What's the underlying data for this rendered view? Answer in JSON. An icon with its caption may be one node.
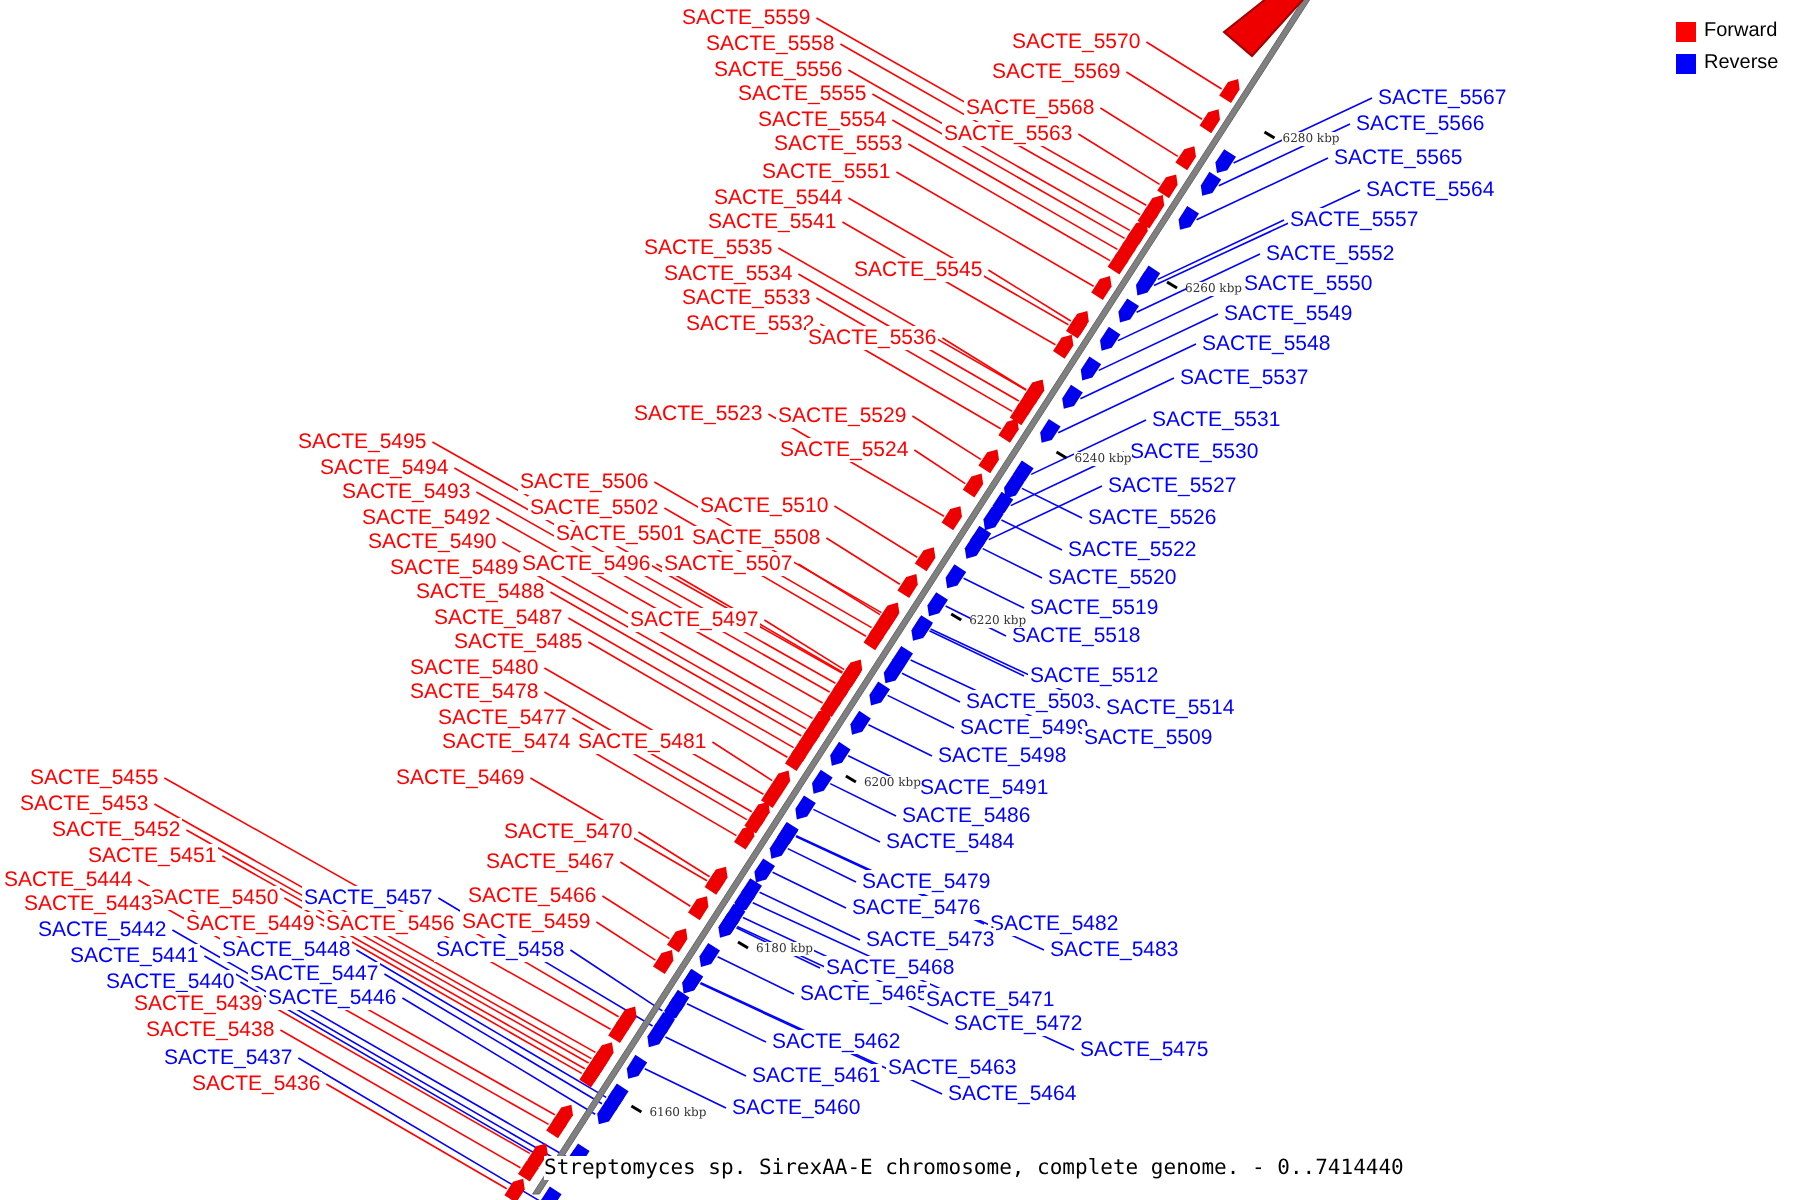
{
  "diagram": {
    "caption": "Streptomyces sp. SirexAA-E chromosome, complete genome. - 0..7414440",
    "nodes": [
      {
        "text": [
          "SACTE_5570"
        ]
      },
      {
        "text": [
          "SACTE_5559"
        ]
      },
      {
        "text": [
          "SACTE_5567"
        ]
      },
      {
        "text": [
          "SACTE_5558"
        ]
      },
      {
        "text": [
          "SACTE_5569"
        ]
      },
      {
        "text": [
          "SACTE_5556"
        ]
      },
      {
        "text": [
          "SACTE_5555"
        ]
      },
      {
        "text": [
          "SACTE_5568"
        ]
      },
      {
        "text": [
          "SACTE_5554"
        ]
      },
      {
        "text": [
          "SACTE_5566"
        ]
      },
      {
        "text": [
          "SACTE_5553"
        ]
      },
      {
        "text": [
          "SACTE_5563"
        ]
      },
      {
        "text": [
          "SACTE_5565"
        ]
      },
      {
        "text": [
          "SACTE_5551"
        ]
      },
      {
        "text": [
          "SACTE_5564"
        ]
      },
      {
        "text": [
          "SACTE_5544"
        ]
      },
      {
        "text": [
          "SACTE_5541"
        ]
      },
      {
        "text": [
          "SACTE_5557"
        ]
      },
      {
        "text": [
          "SACTE_5535"
        ]
      },
      {
        "text": [
          "SACTE_5552"
        ]
      },
      {
        "text": [
          "SACTE_5545"
        ]
      },
      {
        "text": [
          "SACTE_5534"
        ]
      },
      {
        "text": [
          "SACTE_5550"
        ]
      },
      {
        "text": [
          "SACTE_5533"
        ]
      },
      {
        "text": [
          "SACTE_5549"
        ]
      },
      {
        "text": [
          "SACTE_5532"
        ]
      },
      {
        "text": [
          "SACTE_5536"
        ]
      },
      {
        "text": [
          "SACTE_5548"
        ]
      },
      {
        "text": [
          "SACTE_5537"
        ]
      },
      {
        "text": [
          "SACTE_5523"
        ]
      },
      {
        "text": [
          "SACTE_5529"
        ]
      },
      {
        "text": [
          "SACTE_5531"
        ]
      },
      {
        "text": [
          "SACTE_5495"
        ]
      },
      {
        "text": [
          "SACTE_5524"
        ]
      },
      {
        "text": [
          "SACTE_5530"
        ]
      },
      {
        "text": [
          "SACTE_5494"
        ]
      },
      {
        "text": [
          "SACTE_5506"
        ]
      },
      {
        "text": [
          "SACTE_5527"
        ]
      },
      {
        "text": [
          "SACTE_5493"
        ]
      },
      {
        "text": [
          "SACTE_5510"
        ]
      },
      {
        "text": [
          "SACTE_5502"
        ]
      },
      {
        "text": [
          "SACTE_5492"
        ]
      },
      {
        "text": [
          "SACTE_5526"
        ]
      },
      {
        "text": [
          "SACTE_5501"
        ]
      },
      {
        "text": [
          "SACTE_5508"
        ]
      },
      {
        "text": [
          "SACTE_5490"
        ]
      },
      {
        "text": [
          "SACTE_5522"
        ]
      },
      {
        "text": [
          "SACTE_5496"
        ]
      },
      {
        "text": [
          "SACTE_5507"
        ]
      },
      {
        "text": [
          "SACTE_5489"
        ]
      },
      {
        "text": [
          "SACTE_5520"
        ]
      },
      {
        "text": [
          "SACTE_5488"
        ]
      },
      {
        "text": [
          "SACTE_5519"
        ]
      },
      {
        "text": [
          "SACTE_5487"
        ]
      },
      {
        "text": [
          "SACTE_5497"
        ]
      },
      {
        "text": [
          "SACTE_5518"
        ]
      },
      {
        "text": [
          "SACTE_5485"
        ]
      },
      {
        "text": [
          "SACTE_5480"
        ]
      },
      {
        "text": [
          "SACTE_5512"
        ]
      },
      {
        "text": [
          "SACTE_5478"
        ]
      },
      {
        "text": [
          "SACTE_5503"
        ]
      },
      {
        "text": [
          "SACTE_5514"
        ]
      },
      {
        "text": [
          "SACTE_5477"
        ]
      },
      {
        "text": [
          "SACTE_5499"
        ]
      },
      {
        "text": [
          "SACTE_5509"
        ]
      },
      {
        "text": [
          "SACTE_5474"
        ]
      },
      {
        "text": [
          "SACTE_5481"
        ]
      },
      {
        "text": [
          "SACTE_5498"
        ]
      },
      {
        "text": [
          "SACTE_5455"
        ]
      },
      {
        "text": [
          "SACTE_5469"
        ]
      },
      {
        "text": [
          "SACTE_5491"
        ]
      },
      {
        "text": [
          "SACTE_5453"
        ]
      },
      {
        "text": [
          "SACTE_5486"
        ]
      },
      {
        "text": [
          "SACTE_5452"
        ]
      },
      {
        "text": [
          "SACTE_5470"
        ]
      },
      {
        "text": [
          "SACTE_5484"
        ]
      },
      {
        "text": [
          "SACTE_5451"
        ]
      },
      {
        "text": [
          "SACTE_5467"
        ]
      },
      {
        "text": [
          "SACTE_5444"
        ]
      },
      {
        "text": [
          "SACTE_5479"
        ]
      },
      {
        "text": [
          "SACTE_5450"
        ]
      },
      {
        "text": [
          "SACTE_5457"
        ]
      },
      {
        "text": [
          "SACTE_5466"
        ]
      },
      {
        "text": [
          "SACTE_5443"
        ]
      },
      {
        "text": [
          "SACTE_5476"
        ]
      },
      {
        "text": [
          "SACTE_5449"
        ]
      },
      {
        "text": [
          "SACTE_5456"
        ]
      },
      {
        "text": [
          "SACTE_5459"
        ]
      },
      {
        "text": [
          "SACTE_5482"
        ]
      },
      {
        "text": [
          "SACTE_5442"
        ]
      },
      {
        "text": [
          "SACTE_5441"
        ]
      },
      {
        "text": [
          "SACTE_5448"
        ]
      },
      {
        "text": [
          "SACTE_5458"
        ]
      },
      {
        "text": [
          "SACTE_5473"
        ]
      },
      {
        "text": [
          "SACTE_5483"
        ]
      },
      {
        "text": [
          "SACTE_5440"
        ]
      },
      {
        "text": [
          "SACTE_5447"
        ]
      },
      {
        "text": [
          "SACTE_5468"
        ]
      },
      {
        "text": [
          "SACTE_5446"
        ]
      },
      {
        "text": [
          "SACTE_5465"
        ]
      },
      {
        "text": [
          "SACTE_5471"
        ]
      },
      {
        "text": [
          "SACTE_5439"
        ]
      },
      {
        "text": [
          "SACTE_5472"
        ]
      },
      {
        "text": [
          "SACTE_5438"
        ]
      },
      {
        "text": [
          "SACTE_5462"
        ]
      },
      {
        "text": [
          "SACTE_5475"
        ]
      },
      {
        "text": [
          "SACTE_5437"
        ]
      },
      {
        "text": [
          "SACTE_5463"
        ]
      },
      {
        "text": [
          "SACTE_5461"
        ]
      },
      {
        "text": [
          "SACTE_5436"
        ]
      },
      {
        "text": [
          "SACTE_5464"
        ]
      },
      {
        "text": [
          "SACTE_5460"
        ]
      },
      {
        "text": [],
        "shape": "arrow"
      },
      {
        "text": [],
        "shape": "arrow"
      },
      {
        "text": [],
        "shape": "arrow"
      },
      {
        "text": [],
        "shape": "arrow"
      },
      {
        "text": [],
        "shape": "arrow"
      },
      {
        "text": [],
        "shape": "arrow"
      },
      {
        "text": [],
        "shape": "arrow"
      },
      {
        "text": [],
        "shape": "arrow"
      },
      {
        "text": [],
        "shape": "arrow"
      },
      {
        "text": [],
        "shape": "arrow"
      },
      {
        "text": [],
        "shape": "arrow"
      },
      {
        "text": [],
        "shape": "arrow"
      },
      {
        "text": [],
        "shape": "arrow"
      },
      {
        "text": [],
        "shape": "arrow"
      },
      {
        "text": [],
        "shape": "arrow"
      },
      {
        "text": [],
        "shape": "arrow"
      },
      {
        "text": [],
        "shape": "arrow"
      },
      {
        "text": [],
        "shape": "arrow"
      },
      {
        "text": [],
        "shape": "arrow"
      },
      {
        "text": [],
        "shape": "arrow"
      },
      {
        "text": [],
        "shape": "arrow"
      },
      {
        "text": [],
        "shape": "arrow"
      },
      {
        "text": [],
        "shape": "arrow"
      },
      {
        "text": [],
        "shape": "arrow"
      },
      {
        "text": [],
        "shape": "arrow"
      },
      {
        "text": [],
        "shape": "arrow"
      },
      {
        "text": [],
        "shape": "arrow"
      },
      {
        "text": [],
        "shape": "arrow"
      },
      {
        "text": [],
        "shape": "arrow"
      },
      {
        "text": [],
        "shape": "arrow"
      },
      {
        "text": [],
        "shape": "arrow"
      },
      {
        "text": [],
        "shape": "arrow"
      },
      {
        "text": [],
        "shape": "arrow"
      },
      {
        "text": [],
        "shape": "arrow"
      },
      {
        "text": [],
        "shape": "arrow"
      },
      {
        "text": [],
        "shape": "arrow"
      },
      {
        "text": [],
        "shape": "arrow"
      },
      {
        "text": [],
        "shape": "arrow"
      },
      {
        "text": [],
        "shape": "arrow"
      },
      {
        "text": [],
        "shape": "arrow"
      },
      {
        "text": [],
        "shape": "arrow"
      },
      {
        "text": [],
        "shape": "arrow"
      },
      {
        "text": [],
        "shape": "arrow"
      },
      {
        "text": [],
        "shape": "arrow"
      },
      {
        "text": [],
        "shape": "arrow"
      },
      {
        "text": [],
        "shape": "arrow"
      },
      {
        "text": [],
        "shape": "arrow"
      },
      {
        "text": [],
        "shape": "arrow"
      },
      {
        "text": [],
        "shape": "arrow"
      },
      {
        "text": [],
        "shape": "arrow"
      },
      {
        "text": [],
        "shape": "arrow"
      },
      {
        "text": [],
        "shape": "arrow"
      },
      {
        "text": [],
        "shape": "arrow"
      },
      {
        "text": [],
        "shape": "arrow"
      },
      {
        "text": [],
        "shape": "arrow"
      },
      {
        "text": [],
        "shape": "arrow"
      },
      {
        "text": [],
        "shape": "arrow"
      },
      {
        "text": [],
        "shape": "arrow"
      },
      {
        "text": [],
        "shape": "arrow"
      },
      {
        "text": [],
        "shape": "arrow"
      },
      {
        "text": [],
        "shape": "arrow"
      },
      {
        "text": [],
        "shape": "arrow"
      },
      {
        "text": [],
        "shape": "arrow"
      },
      {
        "text": [],
        "shape": "arrow"
      },
      {
        "text": [],
        "shape": "arrow"
      },
      {
        "text": [],
        "shape": "arrow"
      },
      {
        "text": [],
        "shape": "arrow"
      },
      {
        "text": [],
        "shape": "arrow"
      },
      {
        "text": [],
        "shape": "arrow"
      },
      {
        "text": [],
        "shape": "arrow"
      },
      {
        "text": [],
        "shape": "arrow"
      },
      {
        "text": [],
        "shape": "arrow"
      },
      {
        "text": [],
        "shape": "arrow"
      },
      {
        "text": [],
        "shape": "arrow"
      },
      {
        "text": [],
        "shape": "arrow"
      },
      {
        "text": [],
        "shape": "arrow"
      },
      {
        "text": [],
        "shape": "arrow"
      },
      {
        "text": [],
        "shape": "arrow"
      },
      {
        "text": [],
        "shape": "arrow"
      },
      {
        "text": [],
        "shape": "arrow"
      },
      {
        "text": [],
        "shape": "arrow"
      },
      {
        "text": [],
        "shape": "arrow"
      },
      {
        "text": [],
        "shape": "arrow"
      },
      {
        "text": [],
        "shape": "arrow"
      },
      {
        "text": [],
        "shape": "arrow"
      },
      {
        "text": [],
        "shape": "arrow"
      },
      {
        "text": [],
        "shape": "arrow"
      },
      {
        "text": [],
        "shape": "arrow"
      },
      {
        "text": [],
        "shape": "arrow"
      },
      {
        "text": [],
        "shape": "arrow"
      },
      {
        "text": [],
        "shape": "arrow"
      },
      {
        "text": [],
        "shape": "arrow"
      },
      {
        "text": [],
        "shape": "arrow"
      },
      {
        "text": [],
        "shape": "arrow"
      },
      {
        "text": [],
        "shape": "arrow"
      },
      {
        "text": [],
        "shape": "arrow"
      },
      {
        "text": [],
        "shape": "arrow"
      },
      {
        "text": [],
        "shape": "arrow"
      },
      {
        "text": [],
        "shape": "arrow"
      },
      {
        "text": [],
        "shape": "arrow"
      },
      {
        "text": [],
        "shape": "arrow"
      },
      {
        "text": [],
        "shape": "arrow"
      },
      {
        "text": [],
        "shape": "arrow"
      },
      {
        "text": [],
        "shape": "arrow"
      },
      {
        "text": [],
        "shape": "arrow"
      },
      {
        "text": [],
        "shape": "arrow"
      },
      {
        "text": [],
        "shape": "arrow"
      },
      {
        "text": [],
        "shape": "arrow"
      },
      {
        "text": [],
        "shape": "arrow"
      },
      {
        "text": [],
        "shape": "arrow"
      },
      {
        "text": [],
        "shape": "arrow"
      },
      {
        "text": [],
        "shape": "arrow"
      }
    ],
    "edges": [
      {
        "from": 0,
        "to": 112,
        "arrow": "none"
      },
      {
        "from": 1,
        "to": 113,
        "arrow": "none"
      },
      {
        "from": 2,
        "to": 114,
        "arrow": "none",
        "color": "#0000ff"
      },
      {
        "from": 3,
        "to": 115,
        "arrow": "none"
      },
      {
        "from": 4,
        "to": 116,
        "arrow": "none"
      },
      {
        "from": 5,
        "to": 117,
        "arrow": "none"
      },
      {
        "from": 6,
        "to": 118,
        "arrow": "none"
      },
      {
        "from": 7,
        "to": 119,
        "arrow": "none"
      },
      {
        "from": 8,
        "to": 120,
        "arrow": "none"
      },
      {
        "from": 9,
        "to": 121,
        "arrow": "none",
        "color": "#0000ff"
      },
      {
        "from": 10,
        "to": 122,
        "arrow": "none"
      },
      {
        "from": 11,
        "to": 123,
        "arrow": "none"
      },
      {
        "from": 12,
        "to": 124,
        "arrow": "none",
        "color": "#0000ff"
      },
      {
        "from": 13,
        "to": 125,
        "arrow": "none"
      },
      {
        "from": 14,
        "to": 126,
        "arrow": "none",
        "color": "#0000ff"
      },
      {
        "from": 15,
        "to": 127,
        "arrow": "none"
      },
      {
        "from": 16,
        "to": 128,
        "arrow": "none"
      },
      {
        "from": 17,
        "to": 129,
        "arrow": "none",
        "color": "#0000ff"
      },
      {
        "from": 18,
        "to": 130,
        "arrow": "none"
      },
      {
        "from": 19,
        "to": 131,
        "arrow": "none",
        "color": "#0000ff"
      },
      {
        "from": 20,
        "to": 132,
        "arrow": "none"
      },
      {
        "from": 21,
        "to": 133,
        "arrow": "none"
      },
      {
        "from": 22,
        "to": 134,
        "arrow": "none",
        "color": "#0000ff"
      },
      {
        "from": 23,
        "to": 135,
        "arrow": "none"
      },
      {
        "from": 24,
        "to": 136,
        "arrow": "none",
        "color": "#0000ff"
      },
      {
        "from": 25,
        "to": 137,
        "arrow": "none"
      },
      {
        "from": 26,
        "to": 138,
        "arrow": "none"
      },
      {
        "from": 27,
        "to": 139,
        "arrow": "none",
        "color": "#0000ff"
      },
      {
        "from": 28,
        "to": 140,
        "arrow": "none",
        "color": "#0000ff"
      },
      {
        "from": 29,
        "to": 141,
        "arrow": "none"
      },
      {
        "from": 30,
        "to": 142,
        "arrow": "none"
      },
      {
        "from": 31,
        "to": 143,
        "arrow": "none",
        "color": "#0000ff"
      },
      {
        "from": 32,
        "to": 144,
        "arrow": "none"
      },
      {
        "from": 33,
        "to": 145,
        "arrow": "none"
      },
      {
        "from": 34,
        "to": 146,
        "arrow": "none",
        "color": "#0000ff"
      },
      {
        "from": 35,
        "to": 147,
        "arrow": "none"
      },
      {
        "from": 36,
        "to": 148,
        "arrow": "none"
      },
      {
        "from": 37,
        "to": 149,
        "arrow": "none",
        "color": "#0000ff"
      },
      {
        "from": 38,
        "to": 150,
        "arrow": "none"
      },
      {
        "from": 39,
        "to": 151,
        "arrow": "none"
      },
      {
        "from": 40,
        "to": 152,
        "arrow": "none"
      },
      {
        "from": 41,
        "to": 153,
        "arrow": "none"
      },
      {
        "from": 42,
        "to": 154,
        "arrow": "none",
        "color": "#0000ff"
      },
      {
        "from": 43,
        "to": 155,
        "arrow": "none"
      },
      {
        "from": 44,
        "to": 156,
        "arrow": "none"
      },
      {
        "from": 45,
        "to": 157,
        "arrow": "none"
      },
      {
        "from": 46,
        "to": 158,
        "arrow": "none",
        "color": "#0000ff"
      },
      {
        "from": 47,
        "to": 159,
        "arrow": "none"
      },
      {
        "from": 48,
        "to": 160,
        "arrow": "none"
      },
      {
        "from": 49,
        "to": 161,
        "arrow": "none"
      },
      {
        "from": 50,
        "to": 162,
        "arrow": "none",
        "color": "#0000ff"
      },
      {
        "from": 51,
        "to": 163,
        "arrow": "none"
      },
      {
        "from": 52,
        "to": 164,
        "arrow": "none",
        "color": "#0000ff"
      },
      {
        "from": 53,
        "to": 165,
        "arrow": "none"
      },
      {
        "from": 54,
        "to": 166,
        "arrow": "none"
      },
      {
        "from": 55,
        "to": 167,
        "arrow": "none",
        "color": "#0000ff"
      },
      {
        "from": 56,
        "to": 168,
        "arrow": "none"
      },
      {
        "from": 57,
        "to": 169,
        "arrow": "none"
      },
      {
        "from": 58,
        "to": 170,
        "arrow": "none",
        "color": "#0000ff"
      },
      {
        "from": 59,
        "to": 171,
        "arrow": "none"
      },
      {
        "from": 60,
        "to": 172,
        "arrow": "none",
        "color": "#0000ff"
      },
      {
        "from": 61,
        "to": 173,
        "arrow": "none",
        "color": "#0000ff"
      },
      {
        "from": 62,
        "to": 174,
        "arrow": "none"
      },
      {
        "from": 63,
        "to": 175,
        "arrow": "none",
        "color": "#0000ff"
      },
      {
        "from": 64,
        "to": 176,
        "arrow": "none",
        "color": "#0000ff"
      },
      {
        "from": 65,
        "to": 177,
        "arrow": "none"
      },
      {
        "from": 66,
        "to": 178,
        "arrow": "none"
      },
      {
        "from": 67,
        "to": 179,
        "arrow": "none",
        "color": "#0000ff"
      },
      {
        "from": 68,
        "to": 180,
        "arrow": "none"
      },
      {
        "from": 69,
        "to": 181,
        "arrow": "none"
      },
      {
        "from": 70,
        "to": 182,
        "arrow": "none",
        "color": "#0000ff"
      },
      {
        "from": 71,
        "to": 183,
        "arrow": "none"
      },
      {
        "from": 72,
        "to": 184,
        "arrow": "none",
        "color": "#0000ff"
      },
      {
        "from": 73,
        "to": 185,
        "arrow": "none"
      },
      {
        "from": 74,
        "to": 186,
        "arrow": "none"
      },
      {
        "from": 75,
        "to": 187,
        "arrow": "none",
        "color": "#0000ff"
      },
      {
        "from": 76,
        "to": 188,
        "arrow": "none"
      },
      {
        "from": 77,
        "to": 189,
        "arrow": "none"
      },
      {
        "from": 78,
        "to": 190,
        "arrow": "none"
      },
      {
        "from": 79,
        "to": 191,
        "arrow": "none",
        "color": "#0000ff"
      },
      {
        "from": 80,
        "to": 192,
        "arrow": "none"
      },
      {
        "from": 81,
        "to": 193,
        "arrow": "none",
        "color": "#0000ff"
      },
      {
        "from": 82,
        "to": 194,
        "arrow": "none"
      },
      {
        "from": 83,
        "to": 195,
        "arrow": "none"
      },
      {
        "from": 84,
        "to": 196,
        "arrow": "none",
        "color": "#0000ff"
      },
      {
        "from": 85,
        "to": 197,
        "arrow": "none"
      },
      {
        "from": 86,
        "to": 198,
        "arrow": "none"
      },
      {
        "from": 87,
        "to": 199,
        "arrow": "none"
      },
      {
        "from": 88,
        "to": 200,
        "arrow": "none",
        "color": "#0000ff"
      },
      {
        "from": 89,
        "to": 201,
        "arrow": "none",
        "color": "#0000ff"
      },
      {
        "from": 90,
        "to": 202,
        "arrow": "none",
        "color": "#0000ff"
      },
      {
        "from": 91,
        "to": 203,
        "arrow": "none",
        "color": "#0000ff"
      },
      {
        "from": 92,
        "to": 204,
        "arrow": "none",
        "color": "#0000ff"
      },
      {
        "from": 93,
        "to": 205,
        "arrow": "none",
        "color": "#0000ff"
      },
      {
        "from": 94,
        "to": 206,
        "arrow": "none",
        "color": "#0000ff"
      },
      {
        "from": 95,
        "to": 207,
        "arrow": "none",
        "color": "#0000ff"
      },
      {
        "from": 96,
        "to": 208,
        "arrow": "none",
        "color": "#0000ff"
      },
      {
        "from": 97,
        "to": 209,
        "arrow": "none",
        "color": "#0000ff"
      },
      {
        "from": 98,
        "to": 210,
        "arrow": "none",
        "color": "#0000ff"
      },
      {
        "from": 99,
        "to": 211,
        "arrow": "none",
        "color": "#0000ff"
      },
      {
        "from": 100,
        "to": 212,
        "arrow": "none",
        "color": "#0000ff"
      },
      {
        "from": 101,
        "to": 213,
        "arrow": "none"
      },
      {
        "from": 102,
        "to": 214,
        "arrow": "none",
        "color": "#0000ff"
      },
      {
        "from": 103,
        "to": 215,
        "arrow": "none"
      },
      {
        "from": 104,
        "to": 216,
        "arrow": "none",
        "color": "#0000ff"
      },
      {
        "from": 105,
        "to": 217,
        "arrow": "none",
        "color": "#0000ff"
      },
      {
        "from": 106,
        "to": 218,
        "arrow": "none",
        "color": "#0000ff"
      },
      {
        "from": 107,
        "to": 219,
        "arrow": "none",
        "color": "#0000ff"
      },
      {
        "from": 108,
        "to": 220,
        "arrow": "none",
        "color": "#0000ff"
      },
      {
        "from": 109,
        "to": 221,
        "arrow": "none"
      },
      {
        "from": 110,
        "to": 222,
        "arrow": "none",
        "color": "#0000ff"
      },
      {
        "from": 111,
        "to": 223,
        "arrow": "none",
        "color": "#0000ff"
      }
    ],
    "labels": [
      "6280 kbp",
      "6260 kbp",
      "6240 kbp",
      "6220 kbp",
      "6200 kbp",
      "6180 kbp",
      "6160 kbp"
    ],
    "legend": [
      {
        "text": "Forward",
        "color": "#ff0000"
      },
      {
        "text": "Reverse",
        "color": "#0000ff"
      }
    ]
  }
}
